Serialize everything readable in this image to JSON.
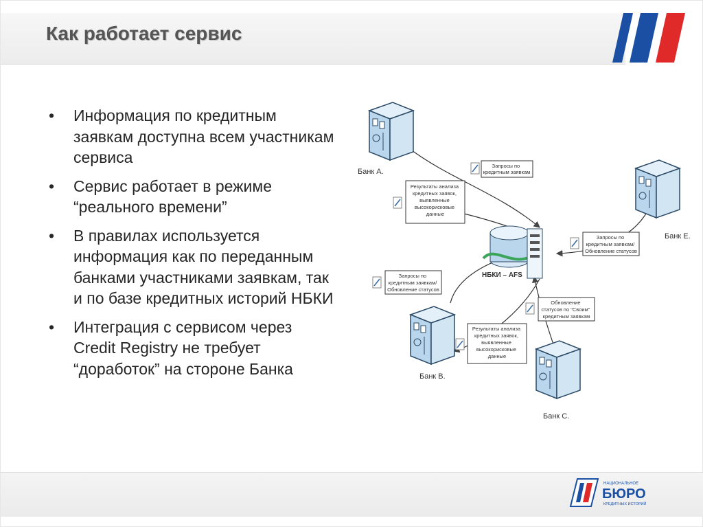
{
  "slide": {
    "title": "Как работает сервис",
    "bullets": [
      "Информация по кредитным заявкам доступна всем участникам сервиса",
      "Сервис работает в режиме “реального времени”",
      "В правилах используется информация как по переданным банками участниками заявкам, так и по базе кредитных историй НБКИ",
      "Интеграция с сервисом через Credit Registry не требует “доработок” на стороне Банка"
    ]
  },
  "diagram": {
    "bank_a": "Банк А.",
    "bank_b": "Банк B.",
    "bank_c": "Банк С.",
    "bank_e": "Банк E.",
    "center": "НБКИ – AFS",
    "box_requests_a": [
      "Запросы по",
      "кредитным заявкам"
    ],
    "box_results_a": [
      "Результаты анализа",
      "кредитных заявок,",
      "выявленные",
      "высокорисковые",
      "данные"
    ],
    "box_requests_e": [
      "Запросы по",
      "кредитным заявкам/",
      "Обновление статусов"
    ],
    "box_requests_b": [
      "Запросы по",
      "кредитным заявкам/",
      "Обновление статусов"
    ],
    "box_results_b": [
      "Результаты анализа",
      "кредитных заявок,",
      "выявленные",
      "высокорисковые",
      "данные"
    ],
    "box_update_c": [
      "Обновление",
      "статусов по \"Своим\"",
      "кредитным заявкам"
    ]
  },
  "logo": {
    "top": "НАЦИОНАЛЬНОЕ",
    "main": "БЮРО",
    "bottom": "КРЕДИТНЫХ ИСТОРИЙ"
  },
  "colors": {
    "stripe_blue": "#1a4fa3",
    "stripe_red": "#e02a2a",
    "server_fill": "#cfe3f2",
    "server_stroke": "#2b4a66"
  }
}
